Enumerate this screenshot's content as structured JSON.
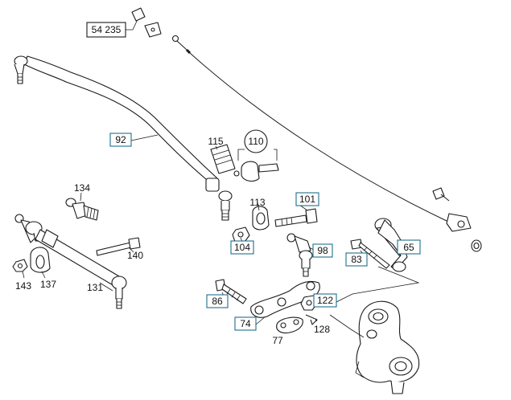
{
  "diagram": {
    "ref_number": "54 235",
    "labels": {
      "p92": "92",
      "p115": "115",
      "p110": "110",
      "p113": "113",
      "p101": "101",
      "p104": "104",
      "p98": "98",
      "p134": "134",
      "p140": "140",
      "p143": "143",
      "p137": "137",
      "p131": "131",
      "p65": "65",
      "p83": "83",
      "p86": "86",
      "p122": "122",
      "p74": "74",
      "p128": "128",
      "p77": "77"
    },
    "colors": {
      "line": "#1a1a1a",
      "boxed_label_border": "#1f6f8b",
      "ref_box_border": "#1a1a1a"
    }
  }
}
